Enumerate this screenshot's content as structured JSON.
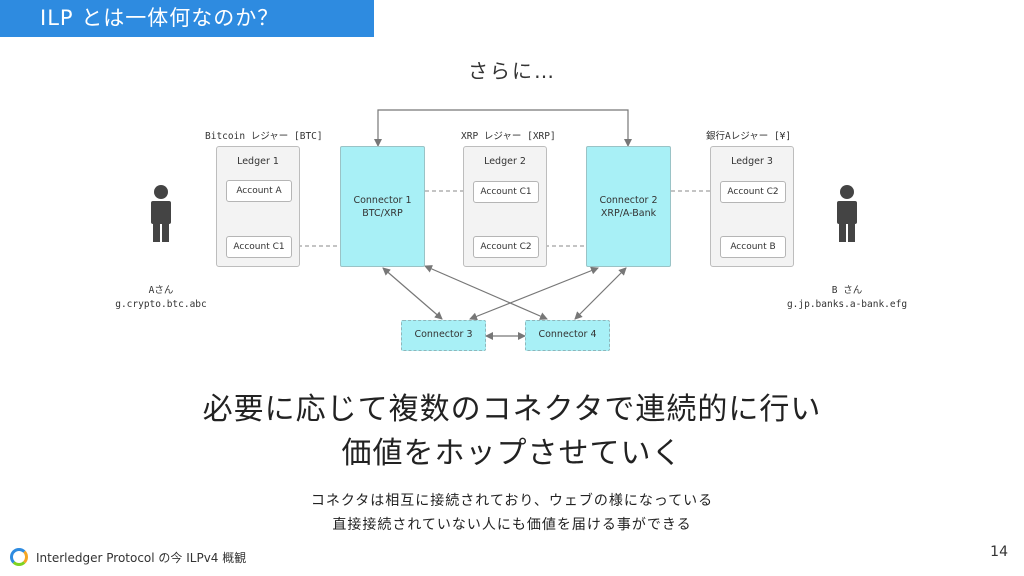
{
  "header": {
    "title": "ILP とは一体何なのか？"
  },
  "subtitle": "さらに…",
  "ledgers": [
    {
      "label": "Bitcoin レジャー [BTC]",
      "title": "Ledger 1",
      "accounts": [
        "Account A",
        "Account C1"
      ]
    },
    {
      "label": "XRP レジャー [XRP]",
      "title": "Ledger 2",
      "accounts": [
        "Account C1",
        "Account C2"
      ]
    },
    {
      "label": "銀行Aレジャー [¥]",
      "title": "Ledger 3",
      "accounts": [
        "Account C2",
        "Account B"
      ]
    }
  ],
  "connectors": [
    {
      "name": "Connector 1",
      "sub": "BTC/XRP"
    },
    {
      "name": "Connector 2",
      "sub": "XRP/A-Bank"
    },
    {
      "name": "Connector 3",
      "sub": ""
    },
    {
      "name": "Connector 4",
      "sub": ""
    }
  ],
  "people": {
    "a": {
      "name": "Aさん",
      "address": "g.crypto.btc.abc"
    },
    "b": {
      "name": "B さん",
      "address": "g.jp.banks.a-bank.efg"
    }
  },
  "message": {
    "line1": "必要に応じて複数のコネクタで連続的に行い",
    "line2": "価値をホップさせていく"
  },
  "note": {
    "line1": "コネクタは相互に接続されており、ウェブの様になっている",
    "line2": "直接接続されていない人にも価値を届ける事ができる"
  },
  "footer": {
    "text": "Interledger Protocol の今 ILPv4 概観",
    "page": "14"
  },
  "colors": {
    "title_bar": "#2e8be0",
    "connector": "#a8f0f6",
    "ledger": "#f3f3f3"
  }
}
